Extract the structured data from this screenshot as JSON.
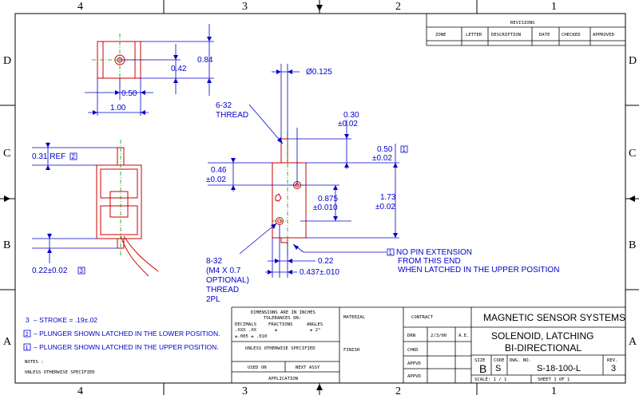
{
  "border": {
    "columns": [
      "4",
      "3",
      "2",
      "1"
    ],
    "rows": [
      "D",
      "C",
      "B",
      "A"
    ]
  },
  "revisions": {
    "title": "REVISIONS",
    "headers": [
      "ZONE",
      "LETTER",
      "DESCRIPTION",
      "DATE",
      "CHECKED",
      "APPROVED"
    ]
  },
  "top_view": {
    "dim_height": "0.84",
    "dim_center": "0.42",
    "dim_half_width": "0.50",
    "dim_width": "1.00"
  },
  "side_view": {
    "ref": "0.31 REF",
    "ref_flag": "2",
    "bottom": "0.22±0.02",
    "bottom_flag": "3"
  },
  "front_view": {
    "dia": "Ø0.125",
    "thread1_a": "6-32",
    "thread1_b": "THREAD",
    "d030_a": "0.30",
    "d030_b": "±0.02",
    "d050_a": "0.50",
    "d050_b": "±0.02",
    "d050_flag": "1",
    "d046_a": "0.46",
    "d046_b": "±0.02",
    "d0875_a": "0.875",
    "d0875_b": "±0.010",
    "d173_a": "1.73",
    "d173_b": "±0.02",
    "thread2_a": "8-32",
    "thread2_b": "(M4 X 0.7",
    "thread2_c": "OPTIONAL)",
    "thread2_d": "THREAD",
    "thread2_e": "2PL",
    "d022": "0.22",
    "d0437": "0.437±.010",
    "pin_flag": "1",
    "pin_a": "NO PIN EXTENSION",
    "pin_b": "FROM THIS END",
    "pin_c": "WHEN LATCHED IN THE UPPER POSITION"
  },
  "notes": {
    "stroke_num": "3",
    "stroke": "– STROKE = .19±.02",
    "n2_flag": "2",
    "n2": "– PLUNGER SHOWN LATCHED IN THE LOWER POSITION.",
    "n1_flag": "1",
    "n1": "– PLUNGER SHOWN LATCHED IN THE UPPER POSITION.",
    "label": "NOTES :",
    "unless": "UNLESS OTHERWISE SPECIFIED"
  },
  "title_block": {
    "dims1": "DIMENSIONS ARE IN INCHES",
    "dims2": "TOLERANCES ON:",
    "decimals": "DECIMALS",
    "fractions": "FRACTIONS",
    "angles": "ANGLES",
    "xxx": ".XXX  .XX",
    "pm": "±",
    "angle_val": "± 2°",
    "tol": "±.005 ± .010",
    "unless": "UNLESS OTHERWISE SPECIFIED",
    "material": "MATERIAL",
    "finish": "FINISH",
    "used_on": "USED ON",
    "next_assy": "NEXT ASSY",
    "application": "APPLICATION",
    "contract": "CONTRACT",
    "drn": "DRN",
    "drn_date": "2/3/00",
    "drn_by": "A.E.",
    "chkd": "CHKD",
    "appvd1": "APPVD",
    "appvd2": "APPVD",
    "company": "MAGNETIC SENSOR SYSTEMS",
    "title1": "SOLENOID, LATCHING",
    "title2": "BI-DIRECTIONAL",
    "size_label": "SIZE",
    "size": "B",
    "code_label": "CODE",
    "code": "S",
    "dwg_label": "DWG. NO.",
    "dwg_no": "S-18-100-L",
    "rev_label": "REV.",
    "rev": "3",
    "scale": "SCALE:  1  /  1",
    "sheet": "SHEET  1  OF  1"
  }
}
